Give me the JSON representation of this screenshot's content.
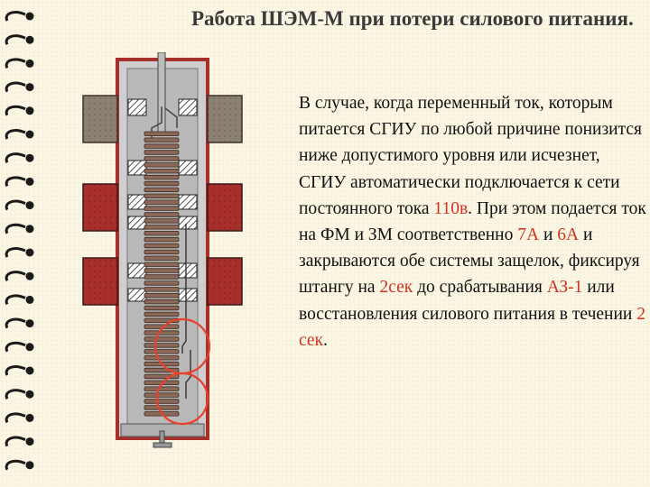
{
  "slide": {
    "title": "Работа ШЭМ-М при потери силового питания.",
    "text": {
      "p1": "В случае, когда переменный ток, которым питается СГИУ по любой причине понизится ниже допустимого уровня или исчезнет, СГИУ автоматически подключается к сети постоянного тока ",
      "v1": "110в",
      "p2": ". При этом подается ток на ФМ и ЗМ соответственно ",
      "v2": "7А",
      "p3": " и ",
      "v3": "6А",
      "p4": " и закрываются обе системы защелок, фиксируя штангу на ",
      "v4": "2сек",
      "p5": " до срабатывания ",
      "v5": "АЗ-1",
      "p6": " или восстановления силового питания в течении ",
      "v6": "2 сек",
      "p7": "."
    }
  },
  "colors": {
    "background": "#fbf6e3",
    "title": "#3a3a3a",
    "highlight": "#cc3322",
    "coil_red": "#a8302c",
    "coil_gray": "#8b8073",
    "spring": "#8a6858",
    "housing": "#cfcfcf",
    "circle_marker": "#e8402a"
  },
  "icons": [
    "spiral-binding-icon",
    "electromagnet-diagram-icon"
  ]
}
